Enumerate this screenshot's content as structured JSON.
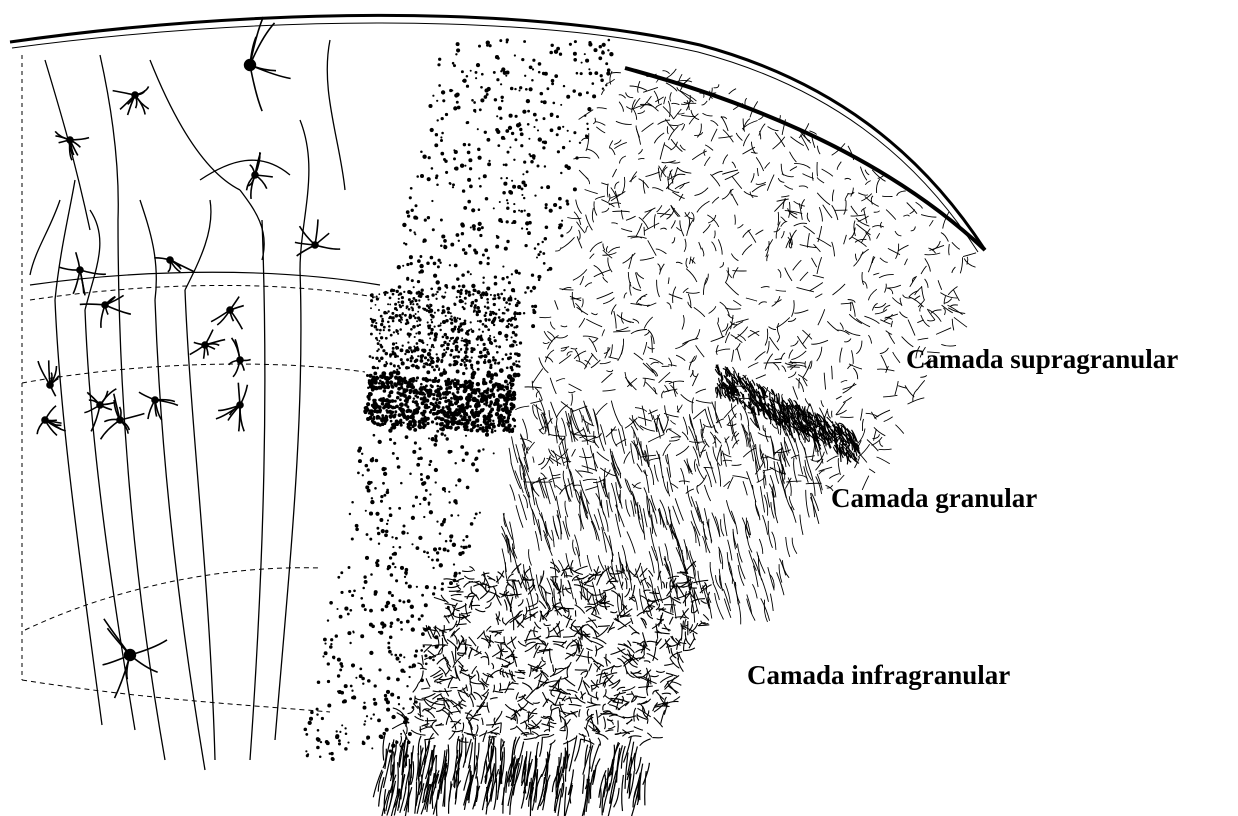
{
  "figure": {
    "labels": {
      "supragranular": "Camada supragranular",
      "granular": "Camada granular",
      "infragranular": "Camada infragranular"
    },
    "ink_color": "#000000",
    "background_color": "#ffffff"
  }
}
